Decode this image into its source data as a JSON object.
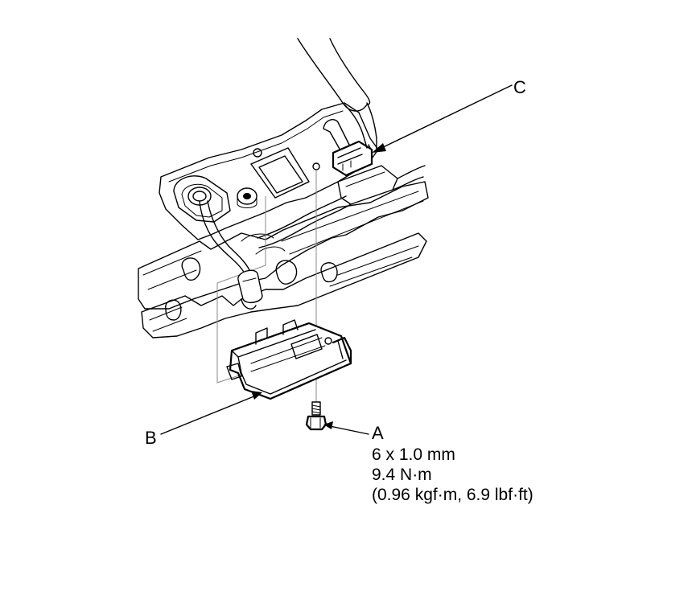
{
  "callouts": {
    "a": "A",
    "b": "B",
    "c": "C"
  },
  "spec": {
    "size": "6 x 1.0 mm",
    "torque_nm": "9.4 N·m",
    "torque_alt": "(0.96 kgf·m, 6.9 lbf·ft)"
  },
  "colors": {
    "line": "#000000",
    "background": "#ffffff"
  }
}
